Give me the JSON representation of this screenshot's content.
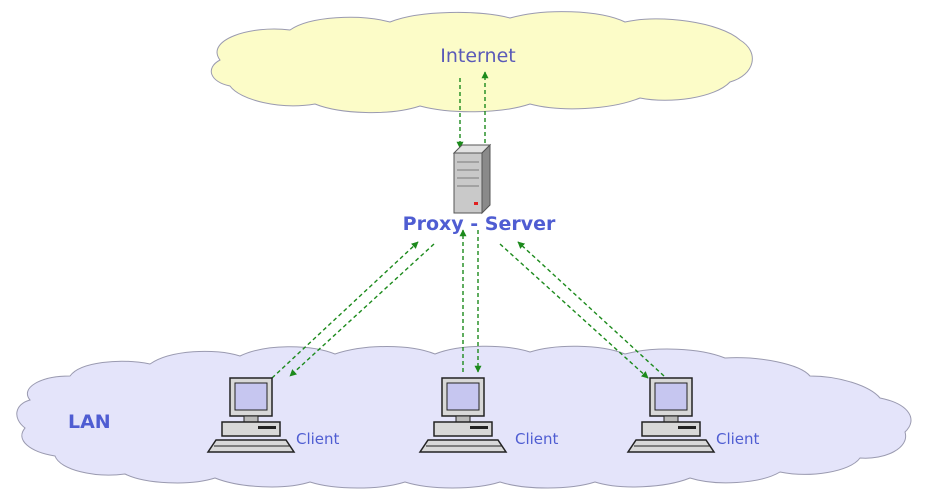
{
  "diagram": {
    "nodes": {
      "internet": {
        "label": "Internet"
      },
      "proxy": {
        "label": "Proxy - Server"
      },
      "lan": {
        "label": "LAN"
      },
      "clients": [
        {
          "label": "Client"
        },
        {
          "label": "Client"
        },
        {
          "label": "Client"
        }
      ]
    },
    "colors": {
      "internet_cloud": "#fcfcc8",
      "lan_cloud": "#e4e4fa",
      "cloud_outline": "#9a9ab0",
      "internet_text": "#5a5ab8",
      "proxy_text": "#4f5dd2",
      "lan_text": "#4f5dd2",
      "client_text": "#4f5dd2",
      "arrows": "#1c8a1c"
    },
    "icons": {
      "server": "server-icon",
      "client": "computer-icon"
    }
  }
}
